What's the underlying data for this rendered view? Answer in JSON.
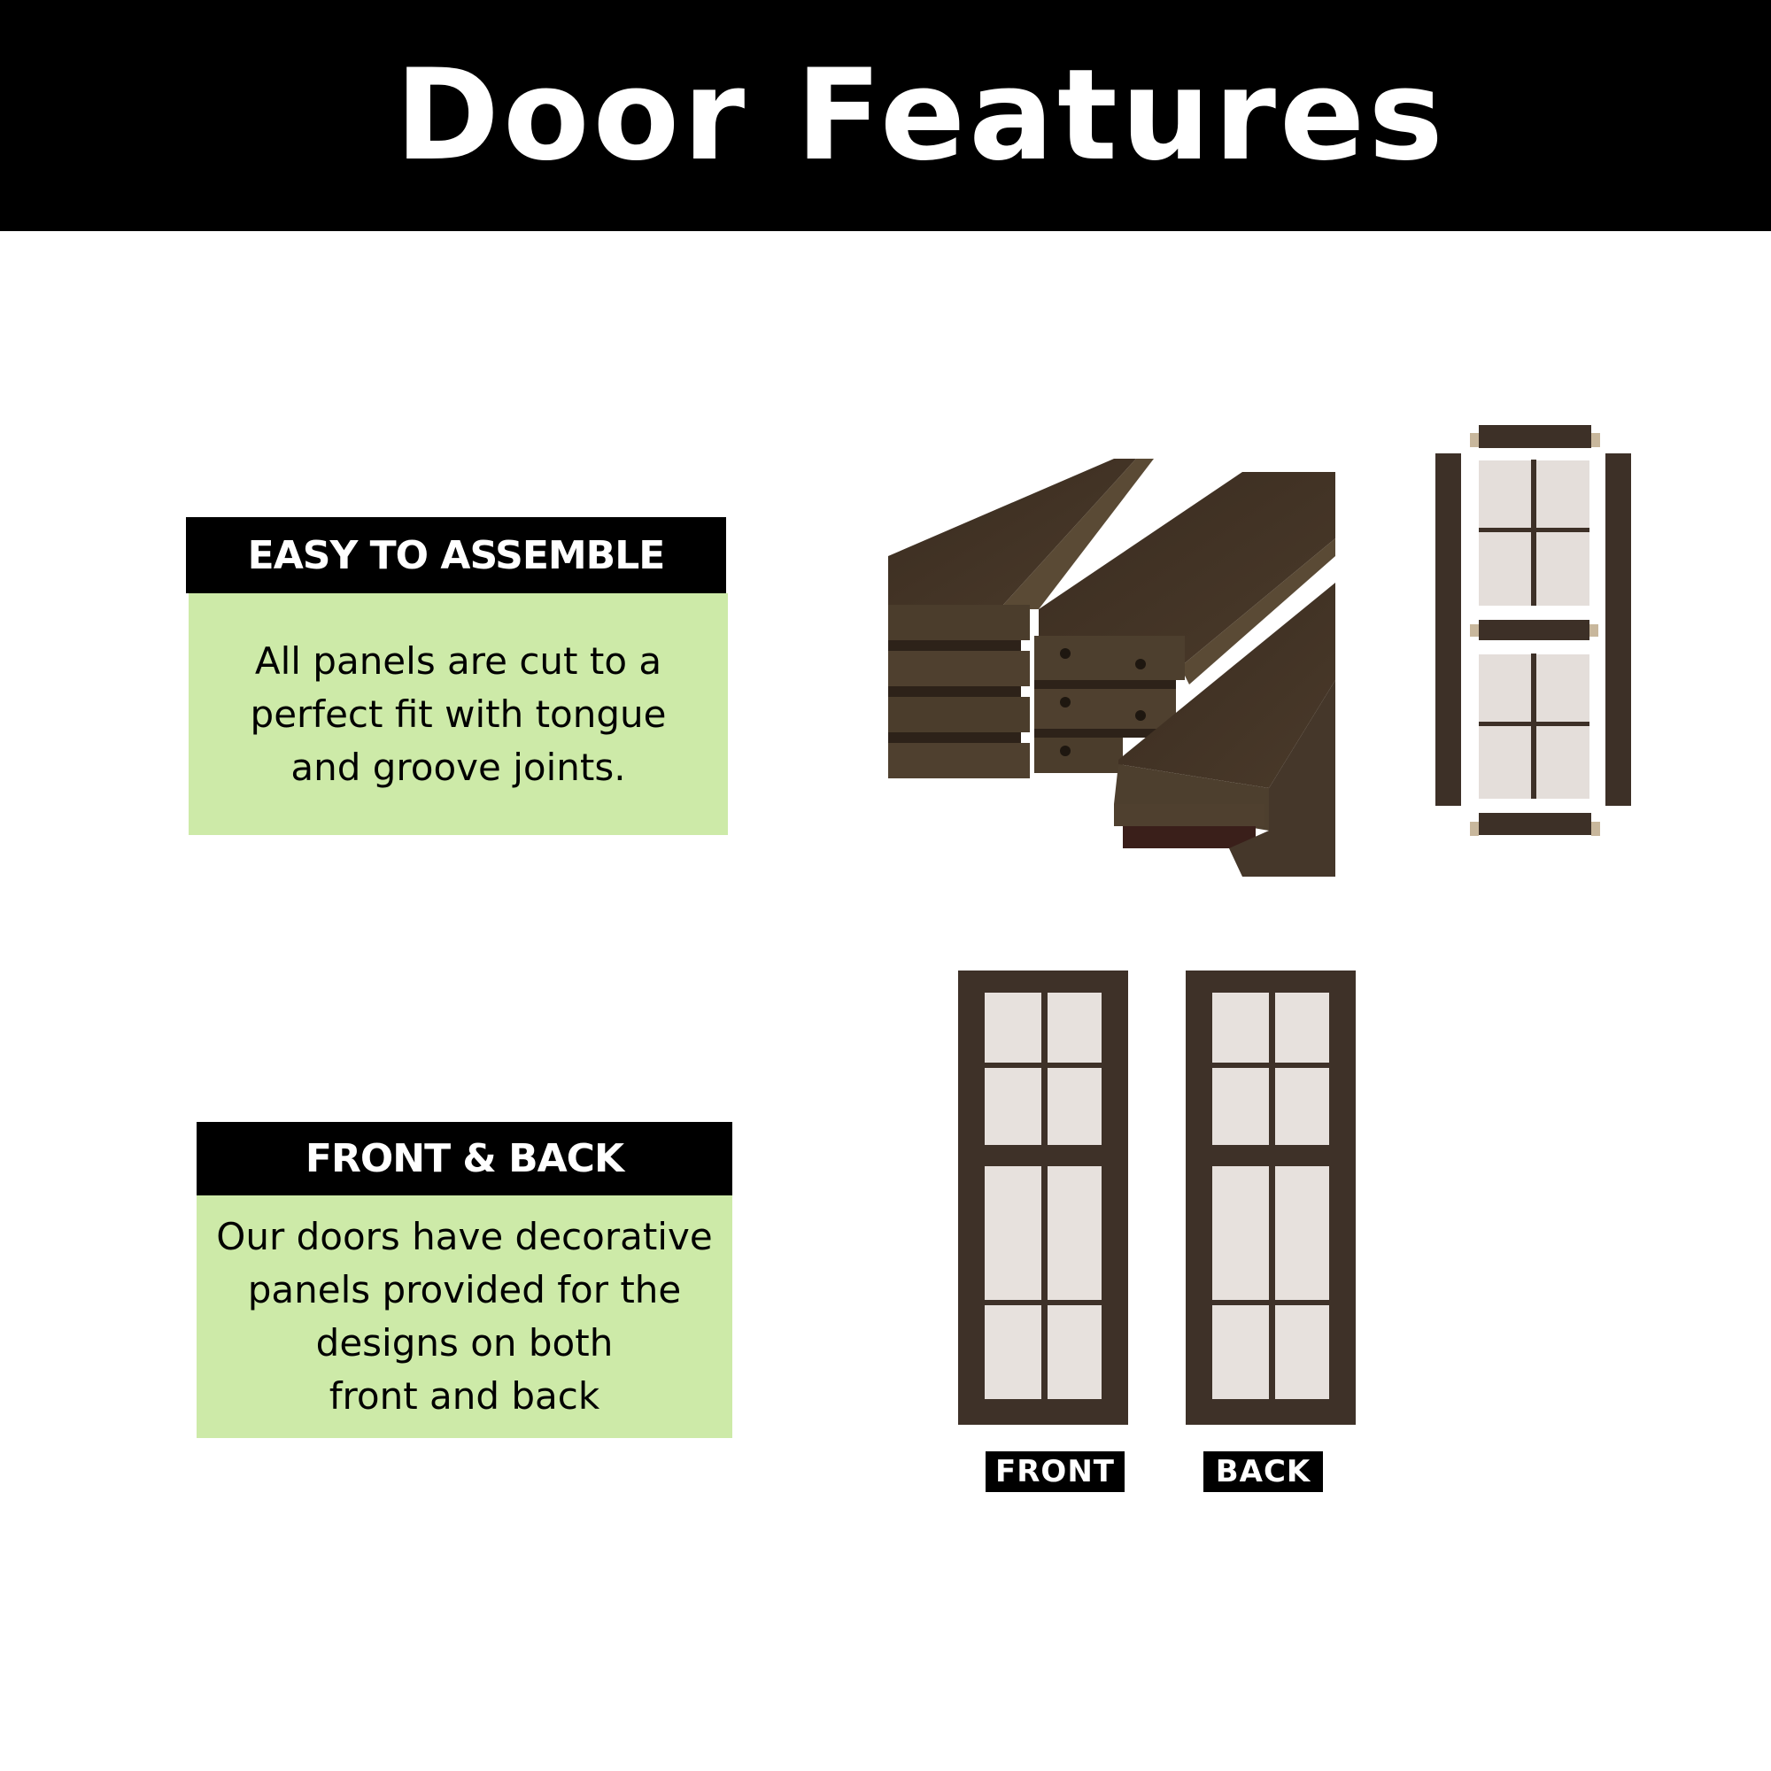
{
  "header": {
    "title": "Door Features"
  },
  "features": [
    {
      "heading": "EASY TO ASSEMBLE",
      "body_lines": [
        "All panels are cut to a",
        "perfect fit with tongue",
        "and groove joints."
      ]
    },
    {
      "heading": "FRONT & BACK",
      "body_lines": [
        "Our doors have decorative",
        "panels provided for the",
        "designs on both",
        "front and back"
      ]
    }
  ],
  "images": {
    "planks": {
      "alt": "stacked tongue and groove wood panels"
    },
    "exploded": {
      "alt": "exploded door frame parts"
    },
    "doors": [
      {
        "label": "FRONT"
      },
      {
        "label": "BACK"
      }
    ]
  },
  "colors": {
    "banner": "#000000",
    "card_body": "#cdeaa8",
    "wood": "#3e3128",
    "glass": "#e7e1dd"
  }
}
